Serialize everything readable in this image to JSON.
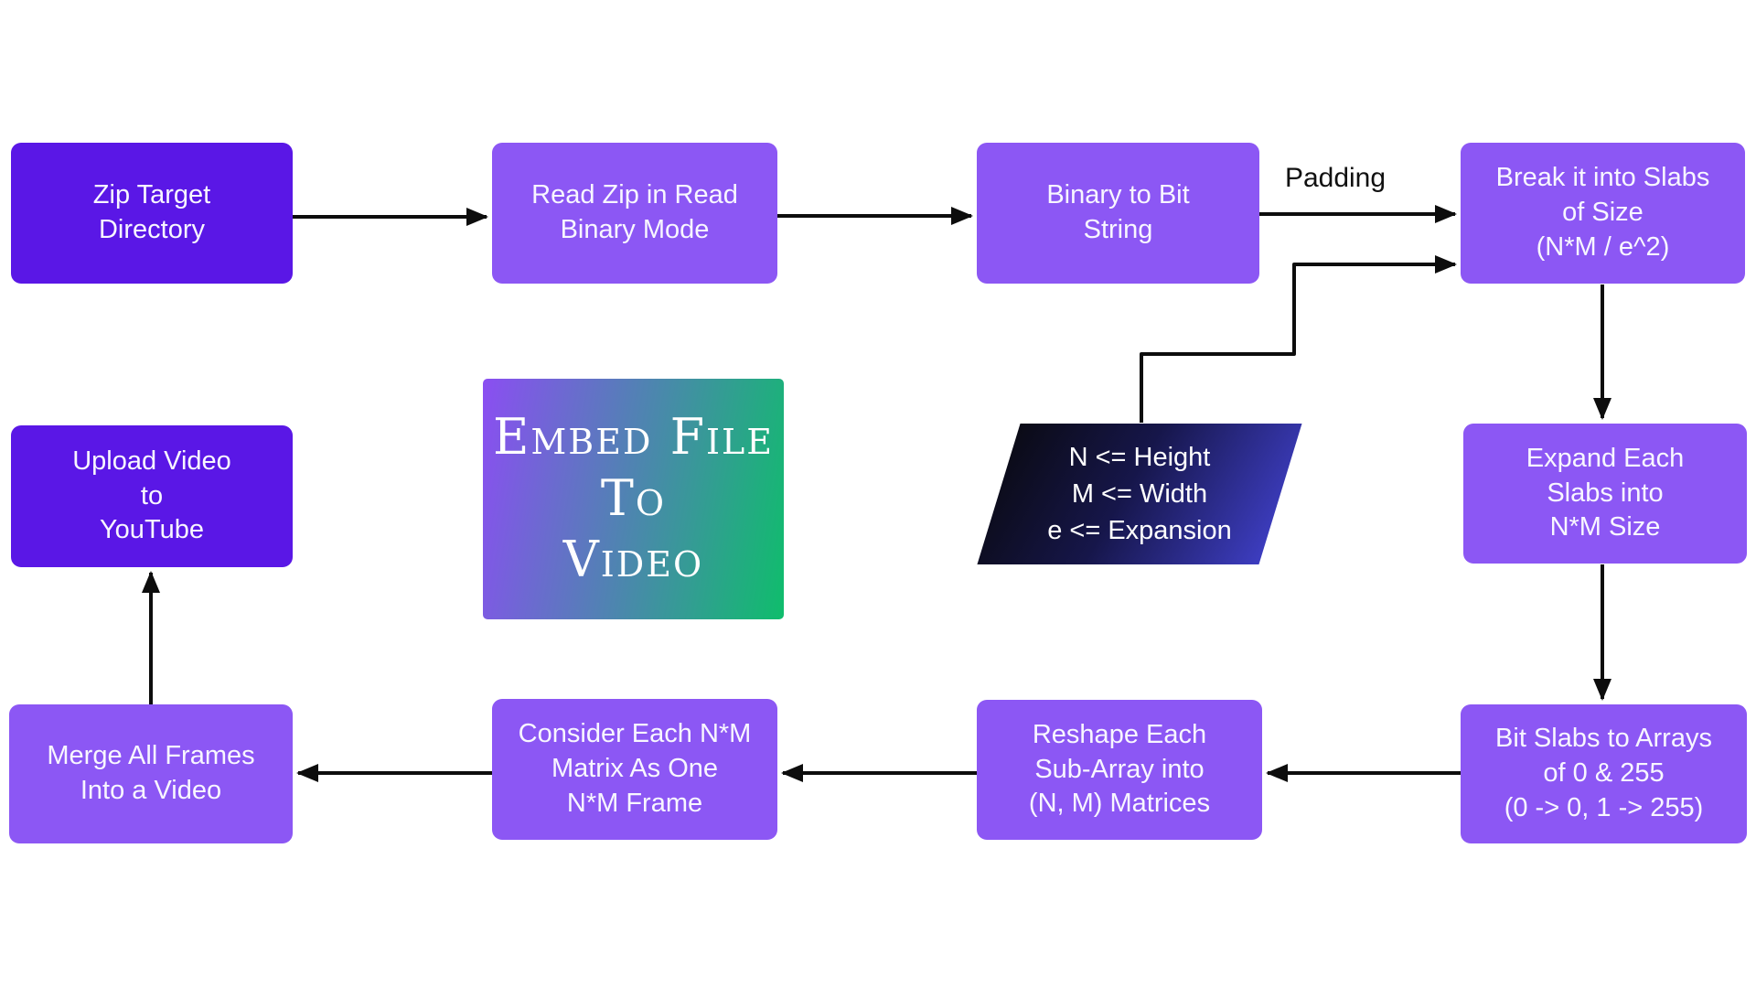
{
  "diagram": {
    "title": "Embed File\nTo\nVideo"
  },
  "nodes": {
    "zip_target": {
      "label": "Zip Target\nDirectory"
    },
    "read_zip": {
      "label": "Read Zip in Read\nBinary Mode"
    },
    "binary_to_bit": {
      "label": "Binary to Bit\nString"
    },
    "break_slabs": {
      "label": "Break it into Slabs\nof Size\n(N*M / e^2)"
    },
    "parameters": {
      "label": "N <= Height\nM <= Width\ne <= Expansion"
    },
    "expand_slabs": {
      "label": "Expand Each\nSlabs into\nN*M Size"
    },
    "bit_slabs": {
      "label": "Bit Slabs to Arrays\nof 0 & 255\n(0 -> 0, 1 -> 255)"
    },
    "reshape": {
      "label": "Reshape Each\nSub-Array into\n(N, M) Matrices"
    },
    "consider": {
      "label": "Consider Each N*M\nMatrix As One\nN*M Frame"
    },
    "merge_frames": {
      "label": "Merge All Frames\nInto a Video"
    },
    "upload": {
      "label": "Upload Video\nto\nYouTube"
    }
  },
  "labels": {
    "padding": "Padding"
  },
  "edges": [
    {
      "from": "zip_target",
      "to": "read_zip",
      "label": ""
    },
    {
      "from": "read_zip",
      "to": "binary_to_bit",
      "label": ""
    },
    {
      "from": "binary_to_bit",
      "to": "break_slabs",
      "label": "Padding"
    },
    {
      "from": "parameters",
      "to": "break_slabs",
      "label": ""
    },
    {
      "from": "break_slabs",
      "to": "expand_slabs",
      "label": ""
    },
    {
      "from": "expand_slabs",
      "to": "bit_slabs",
      "label": ""
    },
    {
      "from": "bit_slabs",
      "to": "reshape",
      "label": ""
    },
    {
      "from": "reshape",
      "to": "consider",
      "label": ""
    },
    {
      "from": "consider",
      "to": "merge_frames",
      "label": ""
    },
    {
      "from": "merge_frames",
      "to": "upload",
      "label": ""
    }
  ],
  "colors": {
    "node_dark_purple": "#5a17e6",
    "node_light_purple": "#8c57f4",
    "title_gradient_start": "#8b4ef2",
    "title_gradient_end": "#0fbd6c",
    "parallelogram_dark": "#0b0b16",
    "parallelogram_blue": "#3d3dc0",
    "arrow": "#0d0d0d",
    "edge_label_text": "#111111",
    "node_text": "#f8f6ff"
  }
}
